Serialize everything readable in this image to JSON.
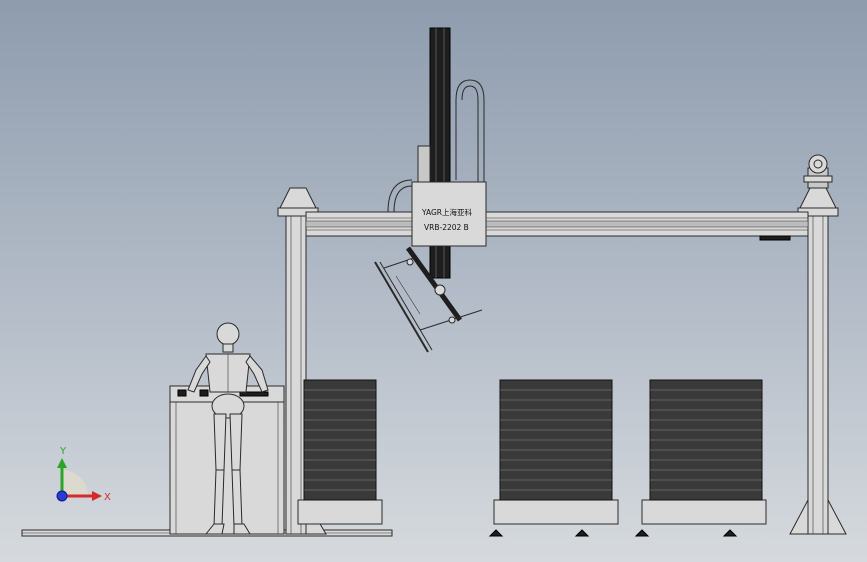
{
  "carriage_label": {
    "line1": "YAGR上海亚科",
    "line2": "VRB-2202 B"
  },
  "triad": {
    "x_label": "X",
    "y_label": "Y",
    "x_color": "#d42a2a",
    "y_color": "#2aa52a",
    "z_color": "#2a3ad4"
  },
  "colors": {
    "background_top": "#8e9cae",
    "background_bottom": "#d6dade",
    "steel": "#d9d9d9",
    "dark": "#1e1e1e"
  }
}
